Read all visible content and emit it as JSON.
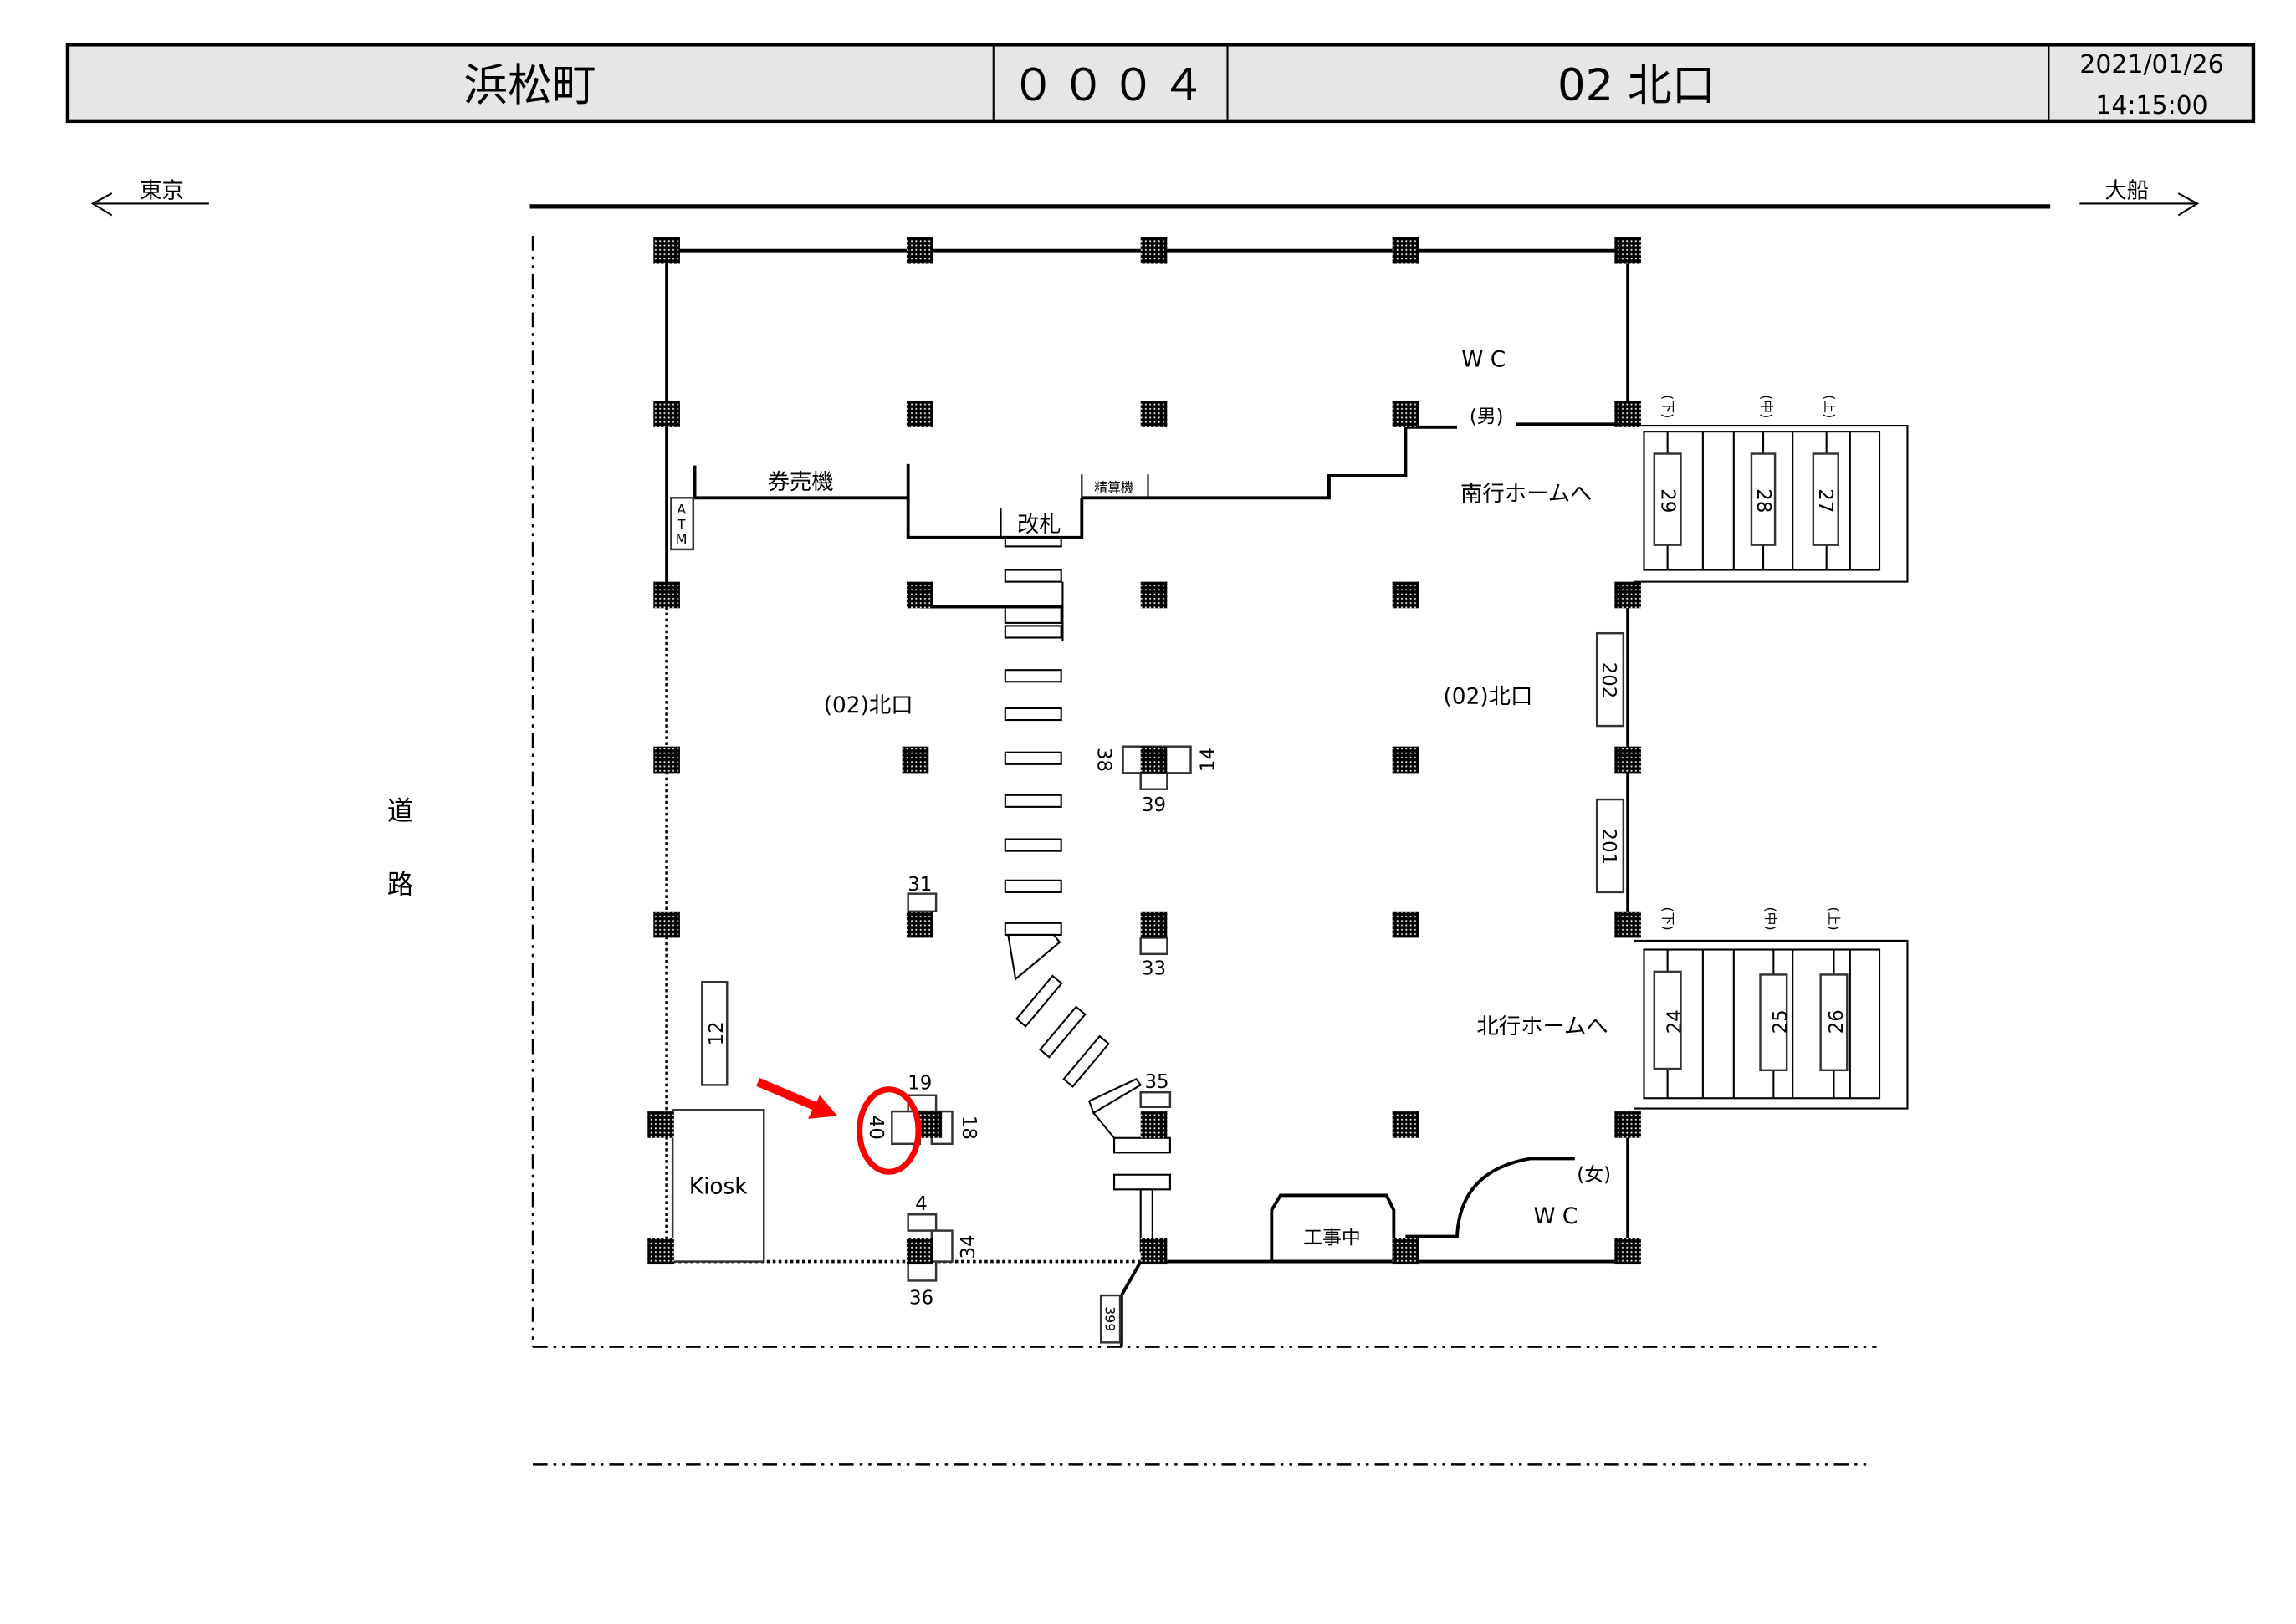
{
  "header": {
    "station": "浜松町",
    "code": "０００４",
    "exit": "02 北口",
    "date": "2021/01/26",
    "time": "14:15:00"
  },
  "directions": {
    "left": "東京",
    "right": "大船"
  },
  "road": [
    "道",
    "路"
  ],
  "labels": {
    "ticket_machines": "券売機",
    "atm": [
      "A",
      "T",
      "M"
    ],
    "fare_adjustment": "精算機",
    "ticket_gate": "改札",
    "exit_label_left": "(02)北口",
    "exit_label_right": "(02)北口",
    "wc_men": "W C",
    "men": "(男)",
    "wc_women": "W C",
    "women": "(女)",
    "to_southbound": "南行ホームへ",
    "to_northbound": "北行ホームへ",
    "kiosk": "Kiosk",
    "construction": "工事中",
    "stair_down": "(下)",
    "stair_mid": "(中)",
    "stair_up": "(上)"
  },
  "locations": {
    "n29": "29",
    "n28": "28",
    "n27": "27",
    "n24": "24",
    "n25": "25",
    "n26": "26",
    "n202": "202",
    "n201": "201",
    "n38": "38",
    "n14": "14",
    "n39": "39",
    "n31": "31",
    "n33": "33",
    "n12": "12",
    "n19": "19",
    "n40": "40",
    "n18": "18",
    "n35": "35",
    "n4": "4",
    "n34": "34",
    "n36": "36",
    "n399": "399"
  },
  "highlight": {
    "target": "40",
    "color": "#ff0000"
  },
  "colors": {
    "header_bg": "#e6e6e6",
    "ink": "#000000"
  }
}
